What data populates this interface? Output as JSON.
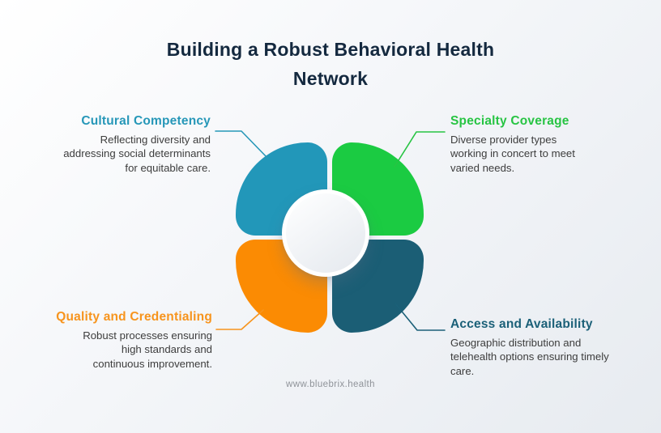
{
  "page": {
    "title_lines": [
      "Building a Robust Behavioral Health",
      "Network"
    ],
    "title_full": "Building a Robust Behavioral Health Network",
    "footer": "www.bluebrix.health"
  },
  "colors": {
    "background_start": "#ffffff",
    "background_end": "#e7ebf0",
    "title_text": "#14293f",
    "body_text": "#3d3d3d",
    "footer_text": "#8f9399",
    "hub_fill": "#eceff3",
    "cultural_competency": "#2697b8",
    "specialty_coverage": "#1bcb42",
    "quality_and_credentialing": "#fb8b03",
    "access_and_availability": "#1b5e75"
  },
  "sections": [
    {
      "id": "cultural-competency",
      "title": "Cultural Competency",
      "description_lines": [
        "Reflecting diversity and",
        "addressing social determinants",
        "for equitable care."
      ],
      "color": "#2697b8",
      "position": "top-left"
    },
    {
      "id": "specialty-coverage",
      "title": "Specialty Coverage",
      "description_lines": [
        "Diverse provider types",
        "working in concert to meet",
        "varied needs."
      ],
      "color": "#27c443",
      "position": "top-right"
    },
    {
      "id": "quality-and-credentialing",
      "title": "Quality and Credentialing",
      "description_lines": [
        "Robust processes ensuring",
        "high standards and",
        "continuous improvement."
      ],
      "color": "#f7941d",
      "position": "bottom-left"
    },
    {
      "id": "access-and-availability",
      "title": "Access and Availability",
      "description_lines": [
        "Geographic distribution and",
        "telehealth options ensuring timely",
        "care."
      ],
      "color": "#1b6078",
      "position": "bottom-right"
    }
  ],
  "diagram": {
    "type": "four-quadrant-flower",
    "center_shape": "circle",
    "quadrants": [
      "Cultural Competency",
      "Specialty Coverage",
      "Quality and Credentialing",
      "Access and Availability"
    ]
  }
}
